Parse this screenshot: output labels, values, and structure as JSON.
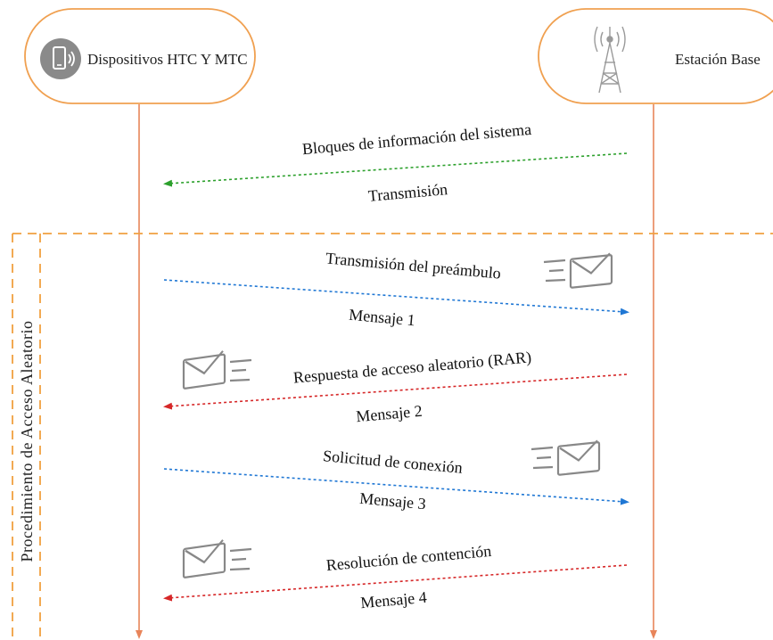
{
  "participants": {
    "left": {
      "label": "Dispositivos HTC Y MTC",
      "icon": "smartphone-icon"
    },
    "right": {
      "label": "Estación Base",
      "icon": "cell-tower-icon"
    }
  },
  "broadcast": {
    "top_label": "Bloques de información del sistema",
    "bottom_label": "Transmisión",
    "color": "#2ca02c",
    "direction": "right-to-left"
  },
  "procedure": {
    "label": "Procedimiento de Acceso Aleatorio",
    "border_color": "#f0a040"
  },
  "messages": [
    {
      "top_label": "Transmisión del preámbulo",
      "bottom_label": "Mensaje 1",
      "direction": "left-to-right",
      "color": "#1f77d4",
      "icon": "envelope-icon"
    },
    {
      "top_label": "Respuesta de acceso aleatorio (RAR)",
      "bottom_label": "Mensaje 2",
      "direction": "right-to-left",
      "color": "#d62728",
      "icon": "envelope-icon"
    },
    {
      "top_label": "Solicitud de conexión",
      "bottom_label": "Mensaje 3",
      "direction": "left-to-right",
      "color": "#1f77d4",
      "icon": "envelope-icon"
    },
    {
      "top_label": "Resolución de contención",
      "bottom_label": "Mensaje 4",
      "direction": "right-to-left",
      "color": "#d62728",
      "icon": "envelope-icon"
    }
  ],
  "colors": {
    "lifeline": "#e8855a",
    "node_border": "#f0a050",
    "icon_gray": "#888888"
  }
}
